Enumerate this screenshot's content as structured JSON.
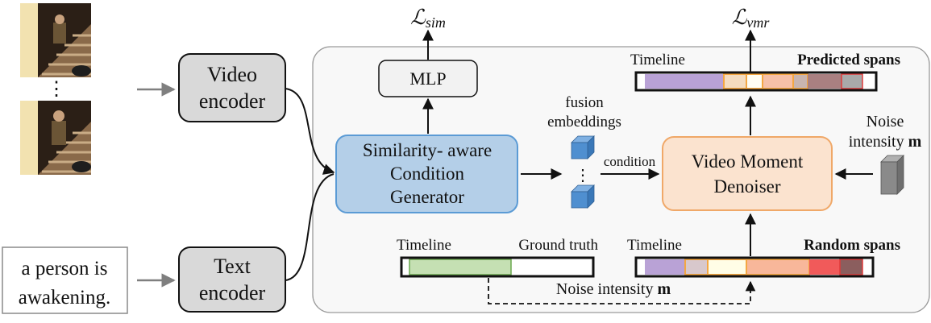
{
  "inputs": {
    "ellipsis": "⋮",
    "query_text_line1": "a person is",
    "query_text_line2": "awakening."
  },
  "encoders": {
    "video_line1": "Video",
    "video_line2": "encoder",
    "text_line1": "Text",
    "text_line2": "encoder"
  },
  "losses": {
    "sim_symbol": "ℒ",
    "sim_sub": "sim",
    "vmr_symbol": "ℒ",
    "vmr_sub": "vmr"
  },
  "mlp": {
    "label": "MLP"
  },
  "generator": {
    "line1": "Similarity- aware",
    "line2": "Condition",
    "line3": "Generator"
  },
  "fusion": {
    "line1": "fusion",
    "line2": "embeddings",
    "ellipsis": "⋮"
  },
  "condition_label": "condition",
  "denoiser": {
    "line1": "Video Moment",
    "line2": "Denoiser"
  },
  "noise_right": {
    "line1": "Noise",
    "line2_prefix": "intensity ",
    "line2_var": "m"
  },
  "predicted": {
    "timeline": "Timeline",
    "title": "Predicted spans"
  },
  "ground_truth": {
    "timeline": "Timeline",
    "title": "Ground truth"
  },
  "random": {
    "timeline": "Timeline",
    "title": "Random spans"
  },
  "noise_bottom": {
    "prefix": "Noise intensity ",
    "var": "m"
  },
  "colors": {
    "encoder_fill": "#d9d9d9",
    "generator_fill": "#b4cfe8",
    "generator_stroke": "#5b9bd5",
    "denoiser_fill": "#fbe3cf",
    "denoiser_stroke": "#f0a868",
    "panel_fill": "#f8f8f8",
    "cube_blue": "#4f8fd0",
    "cube_gray": "#8a8a8a",
    "gt_green": "#c5e0b3",
    "span_orange": "#f4a742",
    "span_red": "#e03a3a"
  }
}
